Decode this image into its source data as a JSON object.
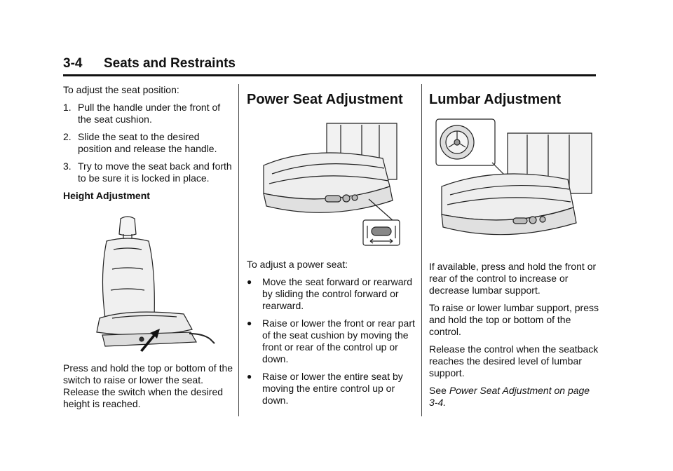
{
  "header": {
    "section_number": "3-4",
    "section_title": "Seats and Restraints"
  },
  "col1": {
    "intro": "To adjust the seat position:",
    "steps": [
      {
        "n": "1.",
        "text": "Pull the handle under the front of the seat cushion."
      },
      {
        "n": "2.",
        "text": "Slide the seat to the desired position and release the handle."
      },
      {
        "n": "3.",
        "text": "Try to move the seat back and forth to be sure it is locked in place."
      }
    ],
    "subhead": "Height Adjustment",
    "after_fig": "Press and hold the top or bottom of the switch to raise or lower the seat. Release the switch when the desired height is reached."
  },
  "col2": {
    "heading": "Power Seat Adjustment",
    "intro": "To adjust a power seat:",
    "bullets": [
      "Move the seat forward or rearward by sliding the control forward or rearward.",
      "Raise or lower the front or rear part of the seat cushion by moving the front or rear of the control up or down.",
      "Raise or lower the entire seat by moving the entire control up or down."
    ]
  },
  "col3": {
    "heading": "Lumbar Adjustment",
    "paras": [
      "If available, press and hold the front or rear of the control to increase or decrease lumbar support.",
      "To raise or lower lumbar support, press and hold the top or bottom of the control.",
      "Release the control when the seatback reaches the desired level of lumbar support."
    ],
    "see_prefix": "See ",
    "see_ref": "Power Seat Adjustment on page 3-4."
  }
}
